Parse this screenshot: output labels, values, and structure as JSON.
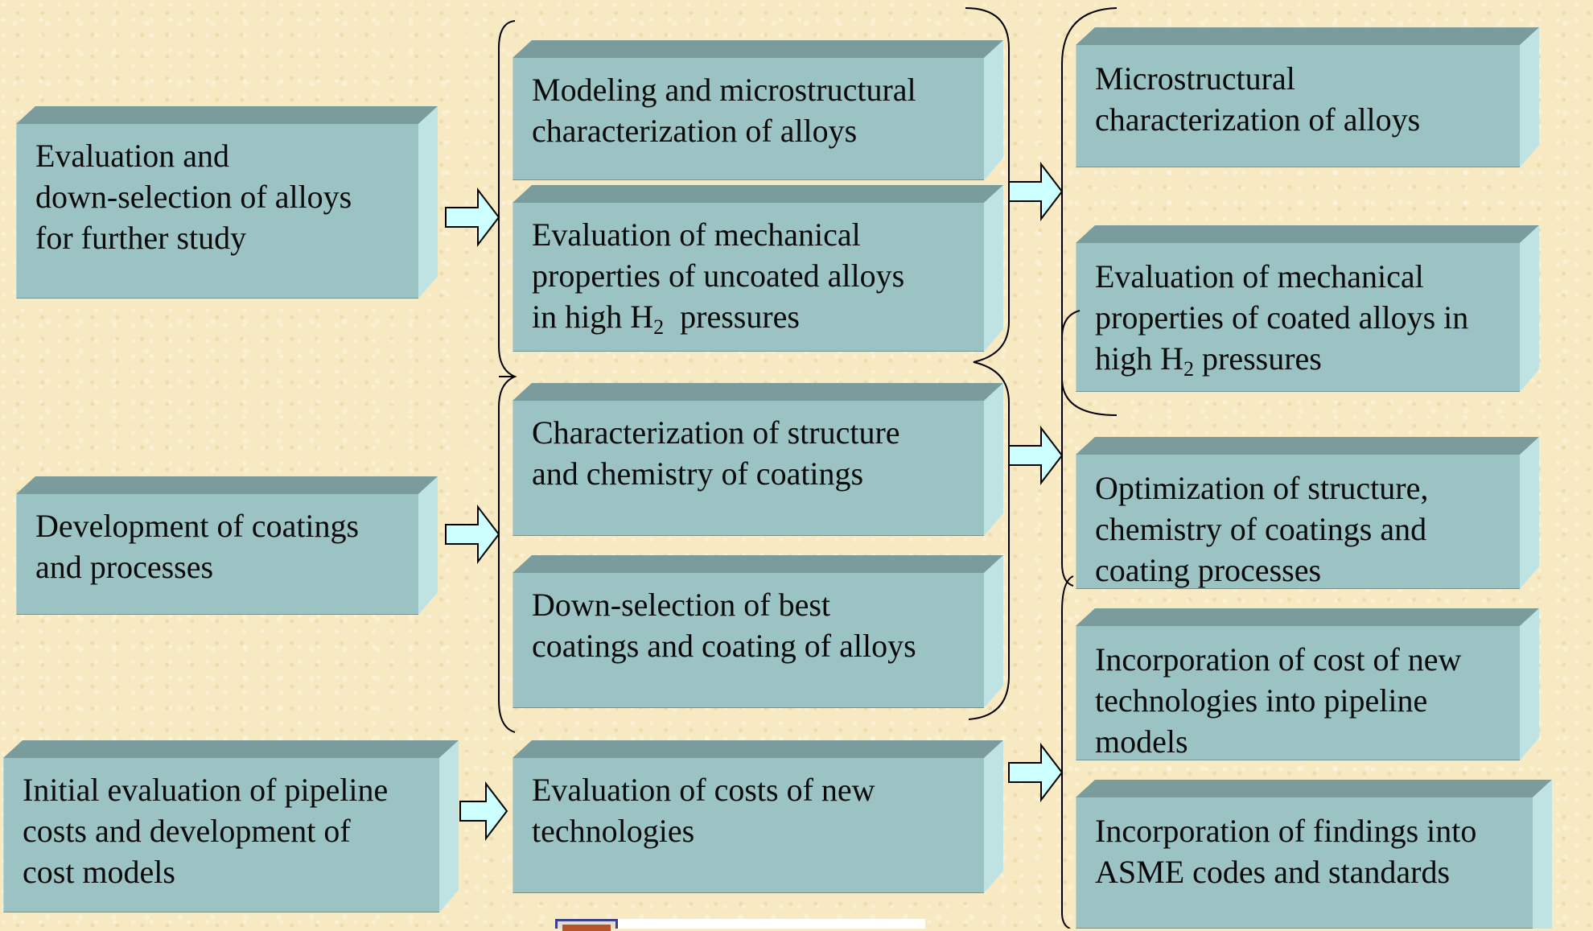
{
  "boxes": {
    "alloy_eval": "Evaluation and\ndown-selection of alloys\nfor further study",
    "coatings_dev": "Development of coatings\nand processes",
    "pipeline_costs": "Initial evaluation of pipeline\ncosts and development of\ncost models",
    "modeling": "Modeling and microstructural\ncharacterization of alloys",
    "mech_uncoated_pre": "Evaluation of mechanical\nproperties of uncoated alloys\nin high H",
    "mech_uncoated_sub": "2",
    "mech_uncoated_post": "  pressures",
    "coating_structure": "Characterization of structure\nand chemistry of coatings",
    "coating_downselect": "Down-selection of best\ncoatings and coating of alloys",
    "costs_new_tech": "Evaluation of costs of new\ntechnologies",
    "micro_char": "Microstructural\ncharacterization of alloys",
    "mech_coated_pre": "Evaluation of mechanical\nproperties of coated alloys in\nhigh H",
    "mech_coated_sub": "2",
    "mech_coated_post": " pressures",
    "optimization": "Optimization of structure,\nchemistry of coatings and\ncoating processes",
    "cost_incorporation": "Incorporation of cost of new\ntechnologies into pipeline\nmodels",
    "asme": "Incorporation of findings into\nASME codes and standards"
  },
  "colors": {
    "background": "#f7e9c2",
    "box_front": "#9cc3c4",
    "box_top": "#7a9c9c",
    "box_side": "#bfe3e3",
    "arrow_fill": "#ccffff",
    "line": "#000000"
  }
}
